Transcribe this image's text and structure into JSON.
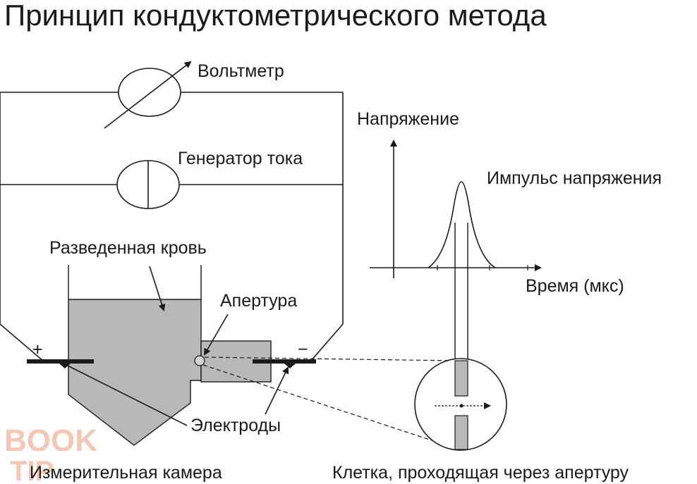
{
  "title": "Принцип кондуктометрического метода",
  "labels": {
    "voltmeter": "Вольтметр",
    "current_generator": "Генератор тока",
    "diluted_blood": "Разведенная кровь",
    "aperture": "Апертура",
    "electrodes": "Электроды",
    "measuring_chamber": "Измерительная камера",
    "voltage": "Напряжение",
    "voltage_pulse": "Импульс напряжения",
    "time": "Время (мкс)",
    "cell_through_aperture": "Клетка, проходящая через апертуру",
    "plus_sign": "+",
    "minus_sign": "−"
  },
  "watermark": {
    "line1": "BOOK",
    "line2": "TIP"
  },
  "colors": {
    "chamber_fill": "#b8b8b8",
    "line": "#1a1a1a",
    "watermark": "#f2b49a"
  }
}
